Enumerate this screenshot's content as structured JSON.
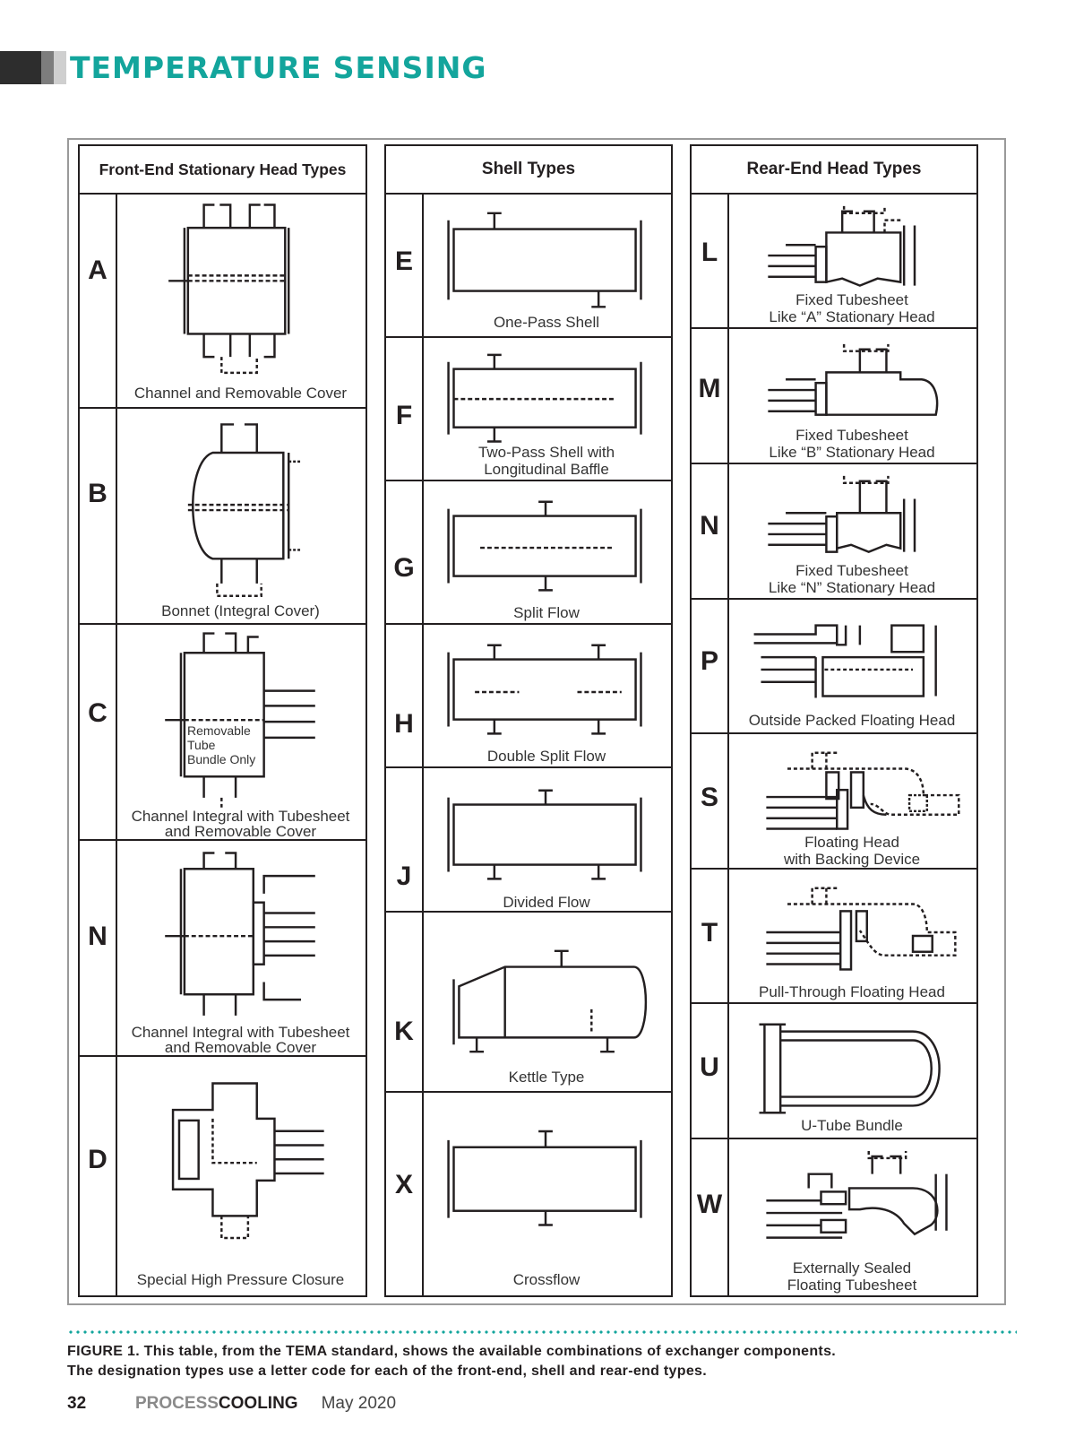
{
  "section_title": "TEMPERATURE SENSING",
  "colors": {
    "accent": "#13a59c",
    "ink": "#231f20",
    "frame": "#9a9a9a"
  },
  "front_end": {
    "header": "Front-End Stationary Head Types",
    "rows": [
      {
        "letter": "A",
        "caption": "Channel and Removable Cover"
      },
      {
        "letter": "B",
        "caption": "Bonnet (Integral Cover)"
      },
      {
        "letter": "C",
        "caption_line1": "Channel Integral with Tubesheet",
        "caption_line2": "and Removable Cover",
        "note_line1": "Removable",
        "note_line2": "Tube",
        "note_line3": "Bundle Only"
      },
      {
        "letter": "N",
        "caption_line1": "Channel Integral with Tubesheet",
        "caption_line2": "and Removable Cover"
      },
      {
        "letter": "D",
        "caption": "Special High Pressure Closure"
      }
    ]
  },
  "shell": {
    "header": "Shell Types",
    "rows": [
      {
        "letter": "E",
        "caption": "One-Pass Shell"
      },
      {
        "letter": "F",
        "caption_line1": "Two-Pass Shell with",
        "caption_line2": "Longitudinal Baffle"
      },
      {
        "letter": "G",
        "caption": "Split Flow"
      },
      {
        "letter": "H",
        "caption": "Double Split Flow"
      },
      {
        "letter": "J",
        "caption": "Divided Flow"
      },
      {
        "letter": "K",
        "caption": "Kettle Type"
      },
      {
        "letter": "X",
        "caption": "Crossflow"
      }
    ]
  },
  "rear_end": {
    "header": "Rear-End Head Types",
    "rows": [
      {
        "letter": "L",
        "caption_line1": "Fixed Tubesheet",
        "caption_line2": "Like “A” Stationary Head"
      },
      {
        "letter": "M",
        "caption_line1": "Fixed Tubesheet",
        "caption_line2": "Like “B” Stationary Head"
      },
      {
        "letter": "N",
        "caption_line1": "Fixed Tubesheet",
        "caption_line2": "Like “N” Stationary Head"
      },
      {
        "letter": "P",
        "caption": "Outside Packed Floating Head"
      },
      {
        "letter": "S",
        "caption_line1": "Floating Head",
        "caption_line2": "with Backing Device"
      },
      {
        "letter": "T",
        "caption": "Pull-Through Floating Head"
      },
      {
        "letter": "U",
        "caption": "U-Tube Bundle"
      },
      {
        "letter": "W",
        "caption_line1": "Externally Sealed",
        "caption_line2": "Floating Tubesheet"
      }
    ]
  },
  "figure_caption": {
    "line1": "FIGURE 1. This table, from the TEMA standard, shows the available combinations of exchanger components.",
    "line2": "The designation types use a letter code for each of the front-end, shell and rear-end types."
  },
  "footer": {
    "page_number": "32",
    "brand_part1": "PROCESS",
    "brand_part2": "COOLING",
    "issue": "May 2020"
  }
}
